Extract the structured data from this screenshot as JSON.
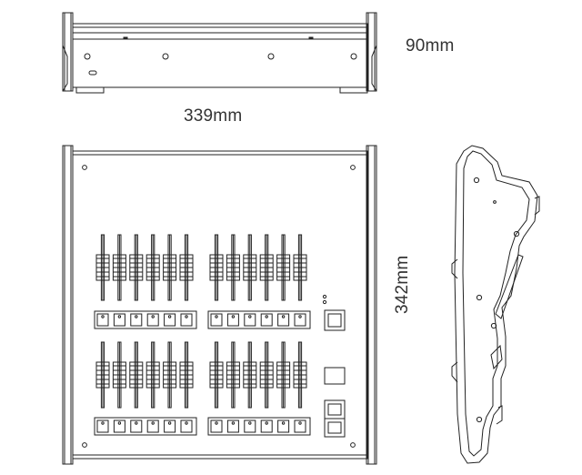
{
  "dimensions": {
    "height": "90mm",
    "width": "339mm",
    "depth": "342mm"
  },
  "views": {
    "front": {
      "fader_count": 24,
      "button_count": 24
    },
    "top": {
      "fader_groups": 4,
      "faders_per_group": 6,
      "buttons_per_row": 6
    },
    "side": {
      "screws": 5
    }
  },
  "colors": {
    "line": "#222222",
    "label": "#333333",
    "background": "#ffffff"
  }
}
